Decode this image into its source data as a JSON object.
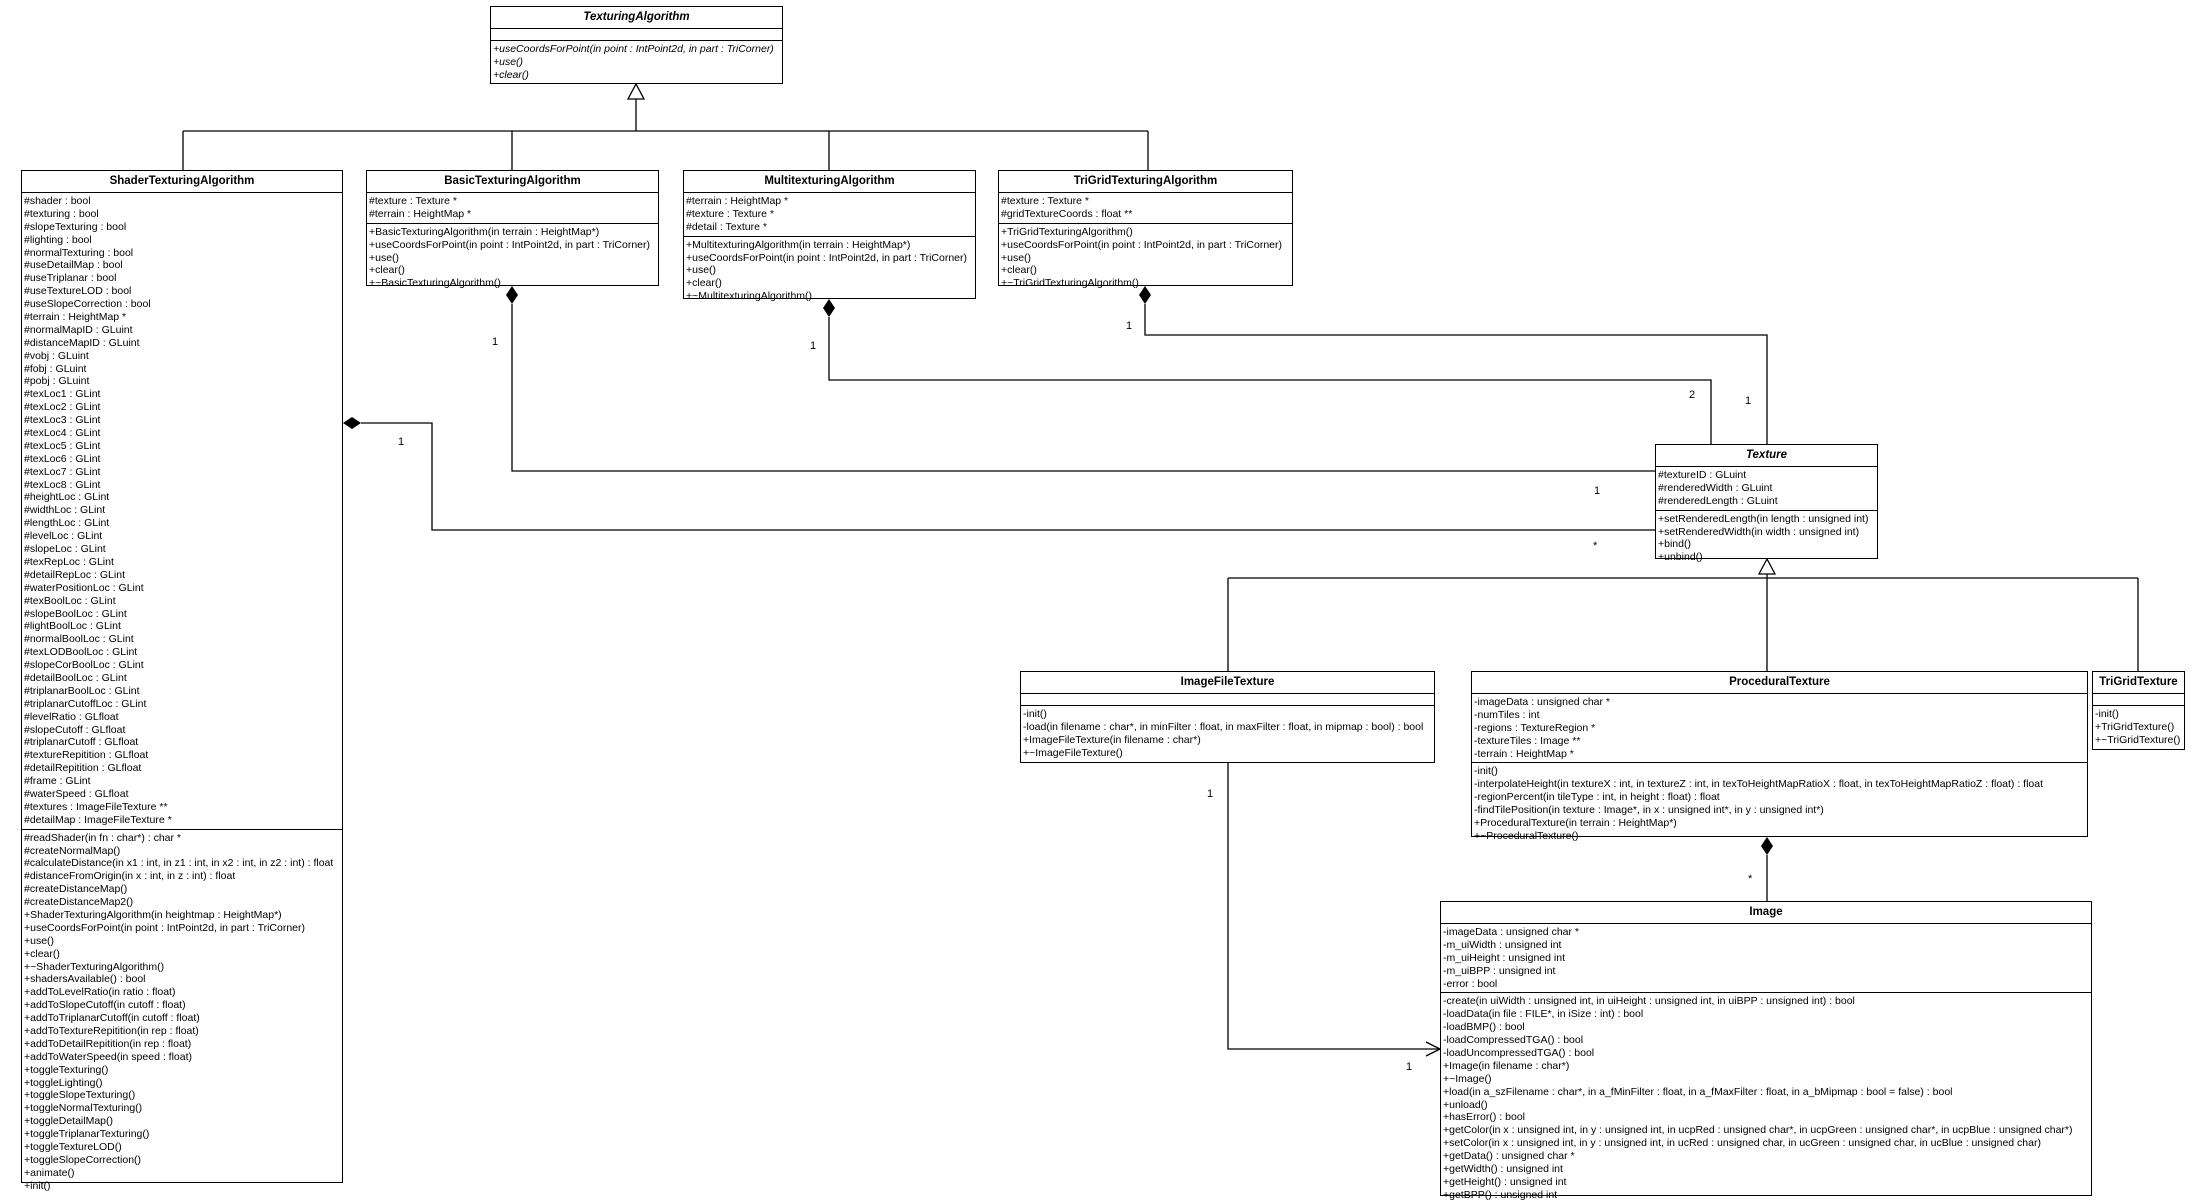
{
  "classes": [
    {
      "id": "texturingAlgorithm",
      "name": "TexturingAlgorithm",
      "abstract": true,
      "attributes": [],
      "operations": [
        "+useCoordsForPoint(in point : IntPoint2d, in part : TriCorner)",
        "+use()",
        "+clear()"
      ]
    },
    {
      "id": "shaderTexturingAlgorithm",
      "name": "ShaderTexturingAlgorithm",
      "abstract": false,
      "attributes": [
        "#shader : bool",
        "#texturing : bool",
        "#slopeTexturing : bool",
        "#lighting : bool",
        "#normalTexturing : bool",
        "#useDetailMap : bool",
        "#useTriplanar : bool",
        "#useTextureLOD : bool",
        "#useSlopeCorrection : bool",
        "#terrain : HeightMap *",
        "#normalMapID : GLuint",
        "#distanceMapID : GLuint",
        "#vobj : GLuint",
        "#fobj : GLuint",
        "#pobj : GLuint",
        "#texLoc1 : GLint",
        "#texLoc2 : GLint",
        "#texLoc3 : GLint",
        "#texLoc4 : GLint",
        "#texLoc5 : GLint",
        "#texLoc6 : GLint",
        "#texLoc7 : GLint",
        "#texLoc8 : GLint",
        "#heightLoc : GLint",
        "#widthLoc : GLint",
        "#lengthLoc : GLint",
        "#levelLoc : GLint",
        "#slopeLoc : GLint",
        "#texRepLoc : GLint",
        "#detailRepLoc : GLint",
        "#waterPositionLoc : GLint",
        "#texBoolLoc : GLint",
        "#slopeBoolLoc : GLint",
        "#lightBoolLoc : GLint",
        "#normalBoolLoc : GLint",
        "#texLODBoolLoc : GLint",
        "#slopeCorBoolLoc : GLint",
        "#detailBoolLoc : GLint",
        "#triplanarBoolLoc : GLint",
        "#triplanarCutoffLoc : GLint",
        "#levelRatio : GLfloat",
        "#slopeCutoff : GLfloat",
        "#triplanarCutoff : GLfloat",
        "#textureRepitition : GLfloat",
        "#detailRepitition : GLfloat",
        "#frame : GLint",
        "#waterSpeed : GLfloat",
        "#textures : ImageFileTexture **",
        "#detailMap : ImageFileTexture *"
      ],
      "operations": [
        "#readShader(in fn : char*) : char *",
        "#createNormalMap()",
        "#calculateDistance(in x1 : int, in z1 : int, in x2 : int, in z2 : int) : float",
        "#distanceFromOrigin(in x : int, in z : int) : float",
        "#createDistanceMap()",
        "#createDistanceMap2()",
        "+ShaderTexturingAlgorithm(in heightmap : HeightMap*)",
        "+useCoordsForPoint(in point : IntPoint2d, in part : TriCorner)",
        "+use()",
        "+clear()",
        "+~ShaderTexturingAlgorithm()",
        "+shadersAvailable() : bool",
        "+addToLevelRatio(in ratio : float)",
        "+addToSlopeCutoff(in cutoff : float)",
        "+addToTriplanarCutoff(in cutoff : float)",
        "+addToTextureRepitition(in rep : float)",
        "+addToDetailRepitition(in rep : float)",
        "+addToWaterSpeed(in speed : float)",
        "+toggleTexturing()",
        "+toggleLighting()",
        "+toggleSlopeTexturing()",
        "+toggleNormalTexturing()",
        "+toggleDetailMap()",
        "+toggleTriplanarTexturing()",
        "+toggleTextureLOD()",
        "+toggleSlopeCorrection()",
        "+animate()",
        "+init()"
      ]
    },
    {
      "id": "basicTexturingAlgorithm",
      "name": "BasicTexturingAlgorithm",
      "abstract": false,
      "attributes": [
        "#texture : Texture *",
        "#terrain : HeightMap *"
      ],
      "operations": [
        "+BasicTexturingAlgorithm(in terrain : HeightMap*)",
        "+useCoordsForPoint(in point : IntPoint2d, in part : TriCorner)",
        "+use()",
        "+clear()",
        "+~BasicTexturingAlgorithm()"
      ]
    },
    {
      "id": "multitexturingAlgorithm",
      "name": "MultitexturingAlgorithm",
      "abstract": false,
      "attributes": [
        "#terrain : HeightMap *",
        "#texture : Texture *",
        "#detail : Texture *"
      ],
      "operations": [
        "+MultitexturingAlgorithm(in terrain : HeightMap*)",
        "+useCoordsForPoint(in point : IntPoint2d, in part : TriCorner)",
        "+use()",
        "+clear()",
        "+~MultitexturingAlgorithm()"
      ]
    },
    {
      "id": "triGridTexturingAlgorithm",
      "name": "TriGridTexturingAlgorithm",
      "abstract": false,
      "attributes": [
        "#texture : Texture *",
        "#gridTextureCoords : float **"
      ],
      "operations": [
        "+TriGridTexturingAlgorithm()",
        "+useCoordsForPoint(in point : IntPoint2d, in part : TriCorner)",
        "+use()",
        "+clear()",
        "+~TriGridTexturingAlgorithm()"
      ]
    },
    {
      "id": "texture",
      "name": "Texture",
      "abstract": true,
      "attributes": [
        "#textureID : GLuint",
        "#renderedWidth : GLuint",
        "#renderedLength : GLuint"
      ],
      "operations": [
        "+setRenderedLength(in length : unsigned int)",
        "+setRenderedWidth(in width : unsigned int)",
        "+bind()",
        "+unbind()"
      ]
    },
    {
      "id": "imageFileTexture",
      "name": "ImageFileTexture",
      "abstract": false,
      "attributes": [],
      "operations": [
        "-init()",
        "-load(in filename : char*, in minFilter : float, in maxFilter : float, in mipmap : bool) : bool",
        "+ImageFileTexture(in filename : char*)",
        "+~ImageFileTexture()"
      ]
    },
    {
      "id": "proceduralTexture",
      "name": "ProceduralTexture",
      "abstract": false,
      "attributes": [
        "-imageData : unsigned char *",
        "-numTiles : int",
        "-regions : TextureRegion *",
        "-textureTiles : Image **",
        "-terrain : HeightMap *"
      ],
      "operations": [
        "-init()",
        "-interpolateHeight(in textureX : int, in textureZ : int, in texToHeightMapRatioX : float, in texToHeightMapRatioZ : float) : float",
        "-regionPercent(in tileType : int, in height : float) : float",
        "-findTilePosition(in texture : Image*, in x : unsigned int*, in y : unsigned int*)",
        "+ProceduralTexture(in terrain : HeightMap*)",
        "+~ProceduralTexture()"
      ]
    },
    {
      "id": "triGridTexture",
      "name": "TriGridTexture",
      "abstract": false,
      "attributes": [],
      "operations": [
        "-init()",
        "+TriGridTexture()",
        "+~TriGridTexture()"
      ]
    },
    {
      "id": "image",
      "name": "Image",
      "abstract": false,
      "attributes": [
        "-imageData : unsigned char *",
        "-m_uiWidth : unsigned int",
        "-m_uiHeight : unsigned int",
        "-m_uiBPP : unsigned int",
        "-error : bool"
      ],
      "operations": [
        "-create(in uiWidth : unsigned int, in uiHeight : unsigned int, in uiBPP : unsigned int) : bool",
        "-loadData(in file : FILE*, in iSize : int) : bool",
        "-loadBMP() : bool",
        "-loadCompressedTGA() : bool",
        "-loadUncompressedTGA() : bool",
        "+Image(in filename : char*)",
        "+~Image()",
        "+load(in a_szFilename : char*, in a_fMinFilter : float, in a_fMaxFilter : float, in a_bMipmap : bool = false) : bool",
        "+unload()",
        "+hasError() : bool",
        "+getColor(in x : unsigned int, in y : unsigned int, in ucpRed : unsigned char*, in ucpGreen : unsigned char*, in ucpBlue : unsigned char*)",
        "+setColor(in x : unsigned int, in y : unsigned int, in ucRed : unsigned char, in ucGreen : unsigned char, in ucBlue : unsigned char)",
        "+getData() : unsigned char *",
        "+getWidth() : unsigned int",
        "+getHeight() : unsigned int",
        "+getBPP() : unsigned int"
      ]
    }
  ],
  "multiplicities": {
    "basic_to_texture_src": "1",
    "multi_to_texture_src": "1",
    "trigrid_to_texture_src": "1",
    "multi_to_texture_dst": "2",
    "trigrid_to_texture_dst": "1",
    "basic_to_texture_dst": "1",
    "shader_src": "1",
    "shader_dst": "*",
    "imagefile_src": "1",
    "image_dst": "1",
    "procedural_to_image": "*"
  }
}
